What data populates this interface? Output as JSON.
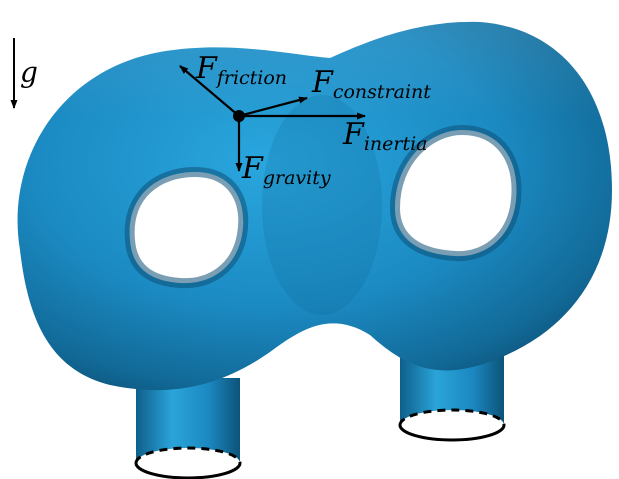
{
  "gravity_indicator": {
    "label": "g"
  },
  "forces": [
    {
      "id": "friction",
      "symbol": "F",
      "subscript": "friction"
    },
    {
      "id": "constraint",
      "symbol": "F",
      "subscript": "constraint"
    },
    {
      "id": "inertia",
      "symbol": "F",
      "subscript": "inertia"
    },
    {
      "id": "gravity",
      "symbol": "F",
      "subscript": "gravity"
    }
  ],
  "colors": {
    "surface": "#1d8cc4",
    "surface_highlight": "#2fa7dc",
    "surface_shadow": "#0c4f73",
    "arrow": "#000000",
    "background": "#ffffff"
  }
}
